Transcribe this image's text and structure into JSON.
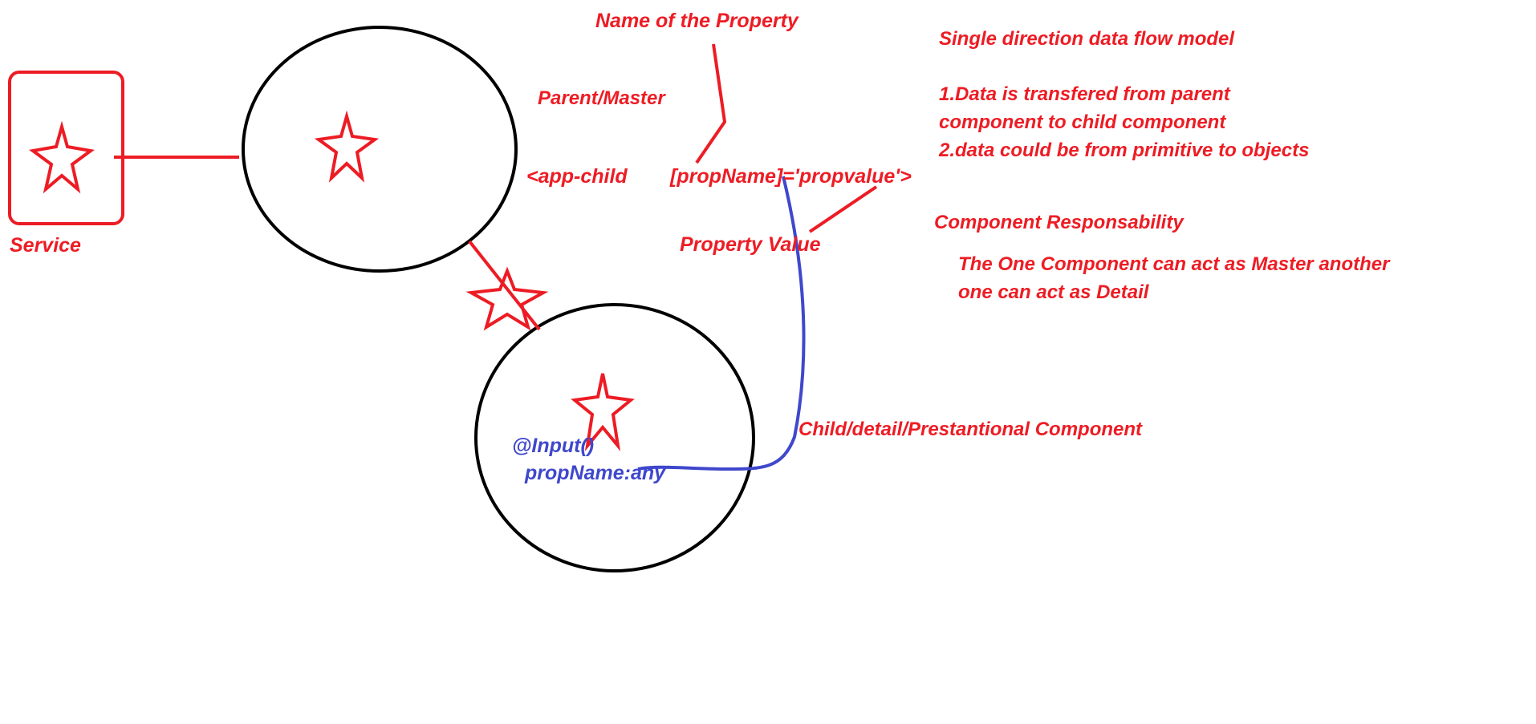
{
  "diagram": {
    "colors": {
      "annotation": "#ed1c24",
      "input_binding": "#3f48cc",
      "circle_outline": "#000000"
    },
    "service": {
      "label": "Service",
      "icon": "star-icon"
    },
    "parent": {
      "label": "Parent/Master",
      "icon": "star-icon"
    },
    "child": {
      "label": "Child/detail/Prestantional Component",
      "icon": "star-icon",
      "input_decorator": "@Input()",
      "input_property": "propName:any"
    },
    "data_token_icon": "star-icon",
    "template_code": {
      "tag_open": "<app-child",
      "binding": "[propName]='propvalue'>"
    },
    "callouts": {
      "property_name": "Name of the Property",
      "property_value": "Property Value"
    },
    "notes": {
      "flow_title": "Single direction data flow model",
      "flow_point_1_line_1": "1.Data is transfered from parent",
      "flow_point_1_line_2": "component to child component",
      "flow_point_2": "2.data could be from primitive to objects",
      "responsibility_title": "Component Responsability",
      "responsibility_line_1": "The One Component can act as Master another",
      "responsibility_line_2": "one can act as Detail"
    }
  }
}
